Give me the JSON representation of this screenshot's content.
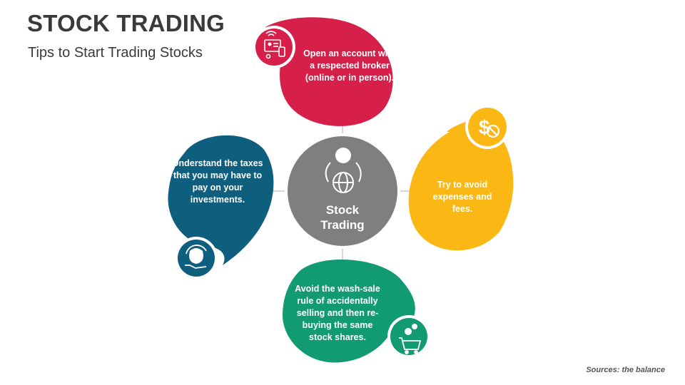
{
  "header": {
    "title": "STOCK TRADING",
    "subtitle": "Tips to Start Trading Stocks"
  },
  "center": {
    "label_line1": "Stock",
    "label_line2": "Trading",
    "color": "#7f7f7f"
  },
  "tips": [
    {
      "text": "Open an account with a respected broker (online or in person).",
      "color": "#d6204a",
      "icon": "online-broker-icon"
    },
    {
      "text": "Try to avoid expenses and fees.",
      "color": "#fbb814",
      "icon": "no-fees-icon"
    },
    {
      "text": "Avoid the wash-sale rule of accidentally selling and then re-buying the same stock shares.",
      "color": "#129a72",
      "icon": "shopping-cart-dollar-icon"
    },
    {
      "text": "Understand the taxes that you may have to pay on your investments.",
      "color": "#0e5f7e",
      "icon": "money-bag-hand-icon"
    }
  ],
  "footer": {
    "source": "Sources: the balance"
  }
}
